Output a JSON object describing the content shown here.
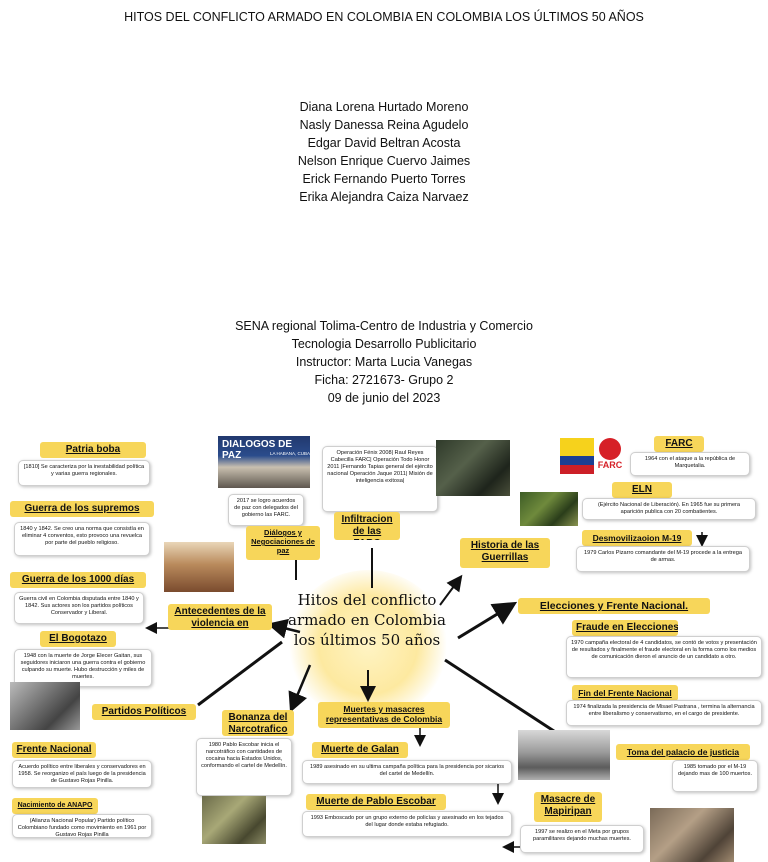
{
  "title": "HITOS DEL CONFLICTO ARMADO EN COLOMBIA EN COLOMBIA LOS ÚLTIMOS 50 AÑOS",
  "authors": [
    "Diana Lorena Hurtado Moreno",
    "Nasly Danessa Reina Agudelo",
    "Edgar David Beltran Acosta",
    "Nelson Enrique Cuervo Jaimes",
    "Erick Fernando Puerto Torres",
    "Erika Alejandra Caiza Narvaez"
  ],
  "institution": [
    "SENA regional Tolima-Centro de Industria y Comercio",
    "Tecnologia Desarrollo Publicitario",
    "Instructor: Marta Lucia Vanegas",
    "Ficha: 2721673- Grupo 2",
    "09 de junio del 2023"
  ],
  "map": {
    "center": "Hitos del conflicto armado en Colombia los últimos 50 años",
    "patria_boba": {
      "label": "Patria boba",
      "text": "[1810] Se caracteriza por la inestabilidad política y varias guerra regionales."
    },
    "supremos": {
      "label": "Guerra de los supremos",
      "text": "1840 y 1842. Se creo una norma que consistía en eliminar 4 conventos, esto provoco una revuelca por parte del pueblo religioso."
    },
    "mil_dias": {
      "label": "Guerra de los 1000 días",
      "text": "Guerra civil en Colombia disputada entre 1840 y 1842. Sus actores son los partidos políticos Conservador y Liberal."
    },
    "bogotazo": {
      "label": "El Bogotazo",
      "text": "1948 con la muerte de Jorge Elecer Gaitan, sus seguidores iniciaron una guerra contra el gobierno culpando su muerte. Hubo destrucción y miles de muertes."
    },
    "antecedentes": {
      "label": "Antecedentes de la violencia en Colombia"
    },
    "partidos": {
      "label": "Partidos Políticos"
    },
    "frente_nacional": {
      "label": "Frente Nacional",
      "text": "Acuerdo político entre liberales y conservadores en 1958. Se reorganizo el país luego de la presidencia de Gustavo Rojas Pinilla."
    },
    "anapo": {
      "label": "Nacimiento de ANAPO",
      "text": "(Alianza Nacional Popular) Partido político Colombiano fundado como movimiento en 1961 por Gustavo Rojas Pinilla"
    },
    "dialogos": {
      "label": "Diálogos y Negociaciones de paz",
      "text": "2017 se logro acuerdos de paz con delegados del gobierno las FARC.",
      "photo_caption": "DIALOGOS DE PAZ",
      "photo_sub": "LA HABANA, CUBA"
    },
    "infiltracion": {
      "label": "Infiltracion de las FARC",
      "text": "Operación Fénix 2008| Raul Reyes Cabecilla FARC| Operación Todo Honor 2011 |Fernando Tapias general del ejército nacional Operación Jaque 2011| Misión de inteligencia exitosa|"
    },
    "historia_guerrillas": {
      "label": "Historia de las Guerrillas"
    },
    "farc": {
      "label": "FARC",
      "text": "1964 con el ataque a la república de Marquetalia.",
      "logo_text": "FARC"
    },
    "eln": {
      "label": "ELN",
      "text": "(Ejército Nacional de Liberación). En 1965 fue su primera aparición publica con 20 combatientes."
    },
    "m19": {
      "label": "Desmovilizaoion M-19",
      "text": "1979 Carlos Pizarro comandante del M-19 procede a la entrega de armas."
    },
    "elecciones": {
      "label": "Elecciones y Frente Nacional."
    },
    "fraude": {
      "label": "Fraude en Elecciones",
      "text": "1970 campaña electoral de 4 candidatos, se contó de votos y presentación de resultados y finalmente el fraude electoral en la forma como los medios de comunicación dieron el anuncio de un candidato a otro."
    },
    "fin_frente": {
      "label": "Fin del Frente Nacional",
      "text": "1974 finalizada la presidencia de Misael Pastrana , termina la alternancia entre liberalismo y conservatismo, en el cargo de presidente."
    },
    "palacio": {
      "label": "Toma del palacio de justicia",
      "text": "1985 tomado por el M-19 dejando mas de 100 muertos."
    },
    "bonanza": {
      "label": "Bonanza del Narcotrafico",
      "text": "1980 Pablo Escobar inicia el narcotráfico con cantidades de cocaina hacia Estados Unidos, conformando el cartel de Medellín."
    },
    "muertes": {
      "label": "Muertes y masacres representativas de Colombia"
    },
    "galan": {
      "label": "Muerte de Galan",
      "text": "1989 asesinado en su ultima campaña política para la presidencia por sicarios del cartel de Medellín."
    },
    "escobar": {
      "label": "Muerte de Pablo Escobar",
      "text": "1993 Emboscado por un grupo externo de policías y asesinado en los tejados del lugar donde estaba refugiado."
    },
    "mapiripan": {
      "label": "Masacre de Mapiripan",
      "text": "1997 se realizo en el Meta por grupos paramilitares dejando muchas muertes."
    }
  },
  "colors": {
    "label_bg": "#f7d65a",
    "arrow": "#111111"
  }
}
